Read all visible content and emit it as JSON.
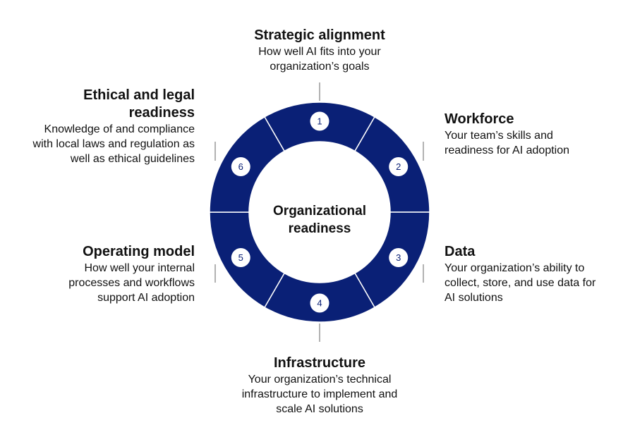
{
  "center_label": [
    "Organizational",
    "readiness"
  ],
  "colors": {
    "ring": "#0a2076",
    "tick": "#999999",
    "number_text": "#0a2076"
  },
  "segments": [
    {
      "number": "1",
      "title": "Strategic alignment",
      "description": "How well AI fits into your organization’s goals"
    },
    {
      "number": "2",
      "title": "Workforce",
      "description": "Your team’s skills and readiness for AI adoption"
    },
    {
      "number": "3",
      "title": "Data",
      "description": "Your organization’s ability to collect, store, and use data for AI solutions"
    },
    {
      "number": "4",
      "title": "Infrastructure",
      "description": "Your organization’s technical infrastructure to implement and scale AI solutions"
    },
    {
      "number": "5",
      "title": "Operating model",
      "description": "How well your internal processes and workflows support AI adoption"
    },
    {
      "number": "6",
      "title": "Ethical and legal readiness",
      "description": "Knowledge of and compliance with local laws and regulation as well as ethical guidelines"
    }
  ]
}
